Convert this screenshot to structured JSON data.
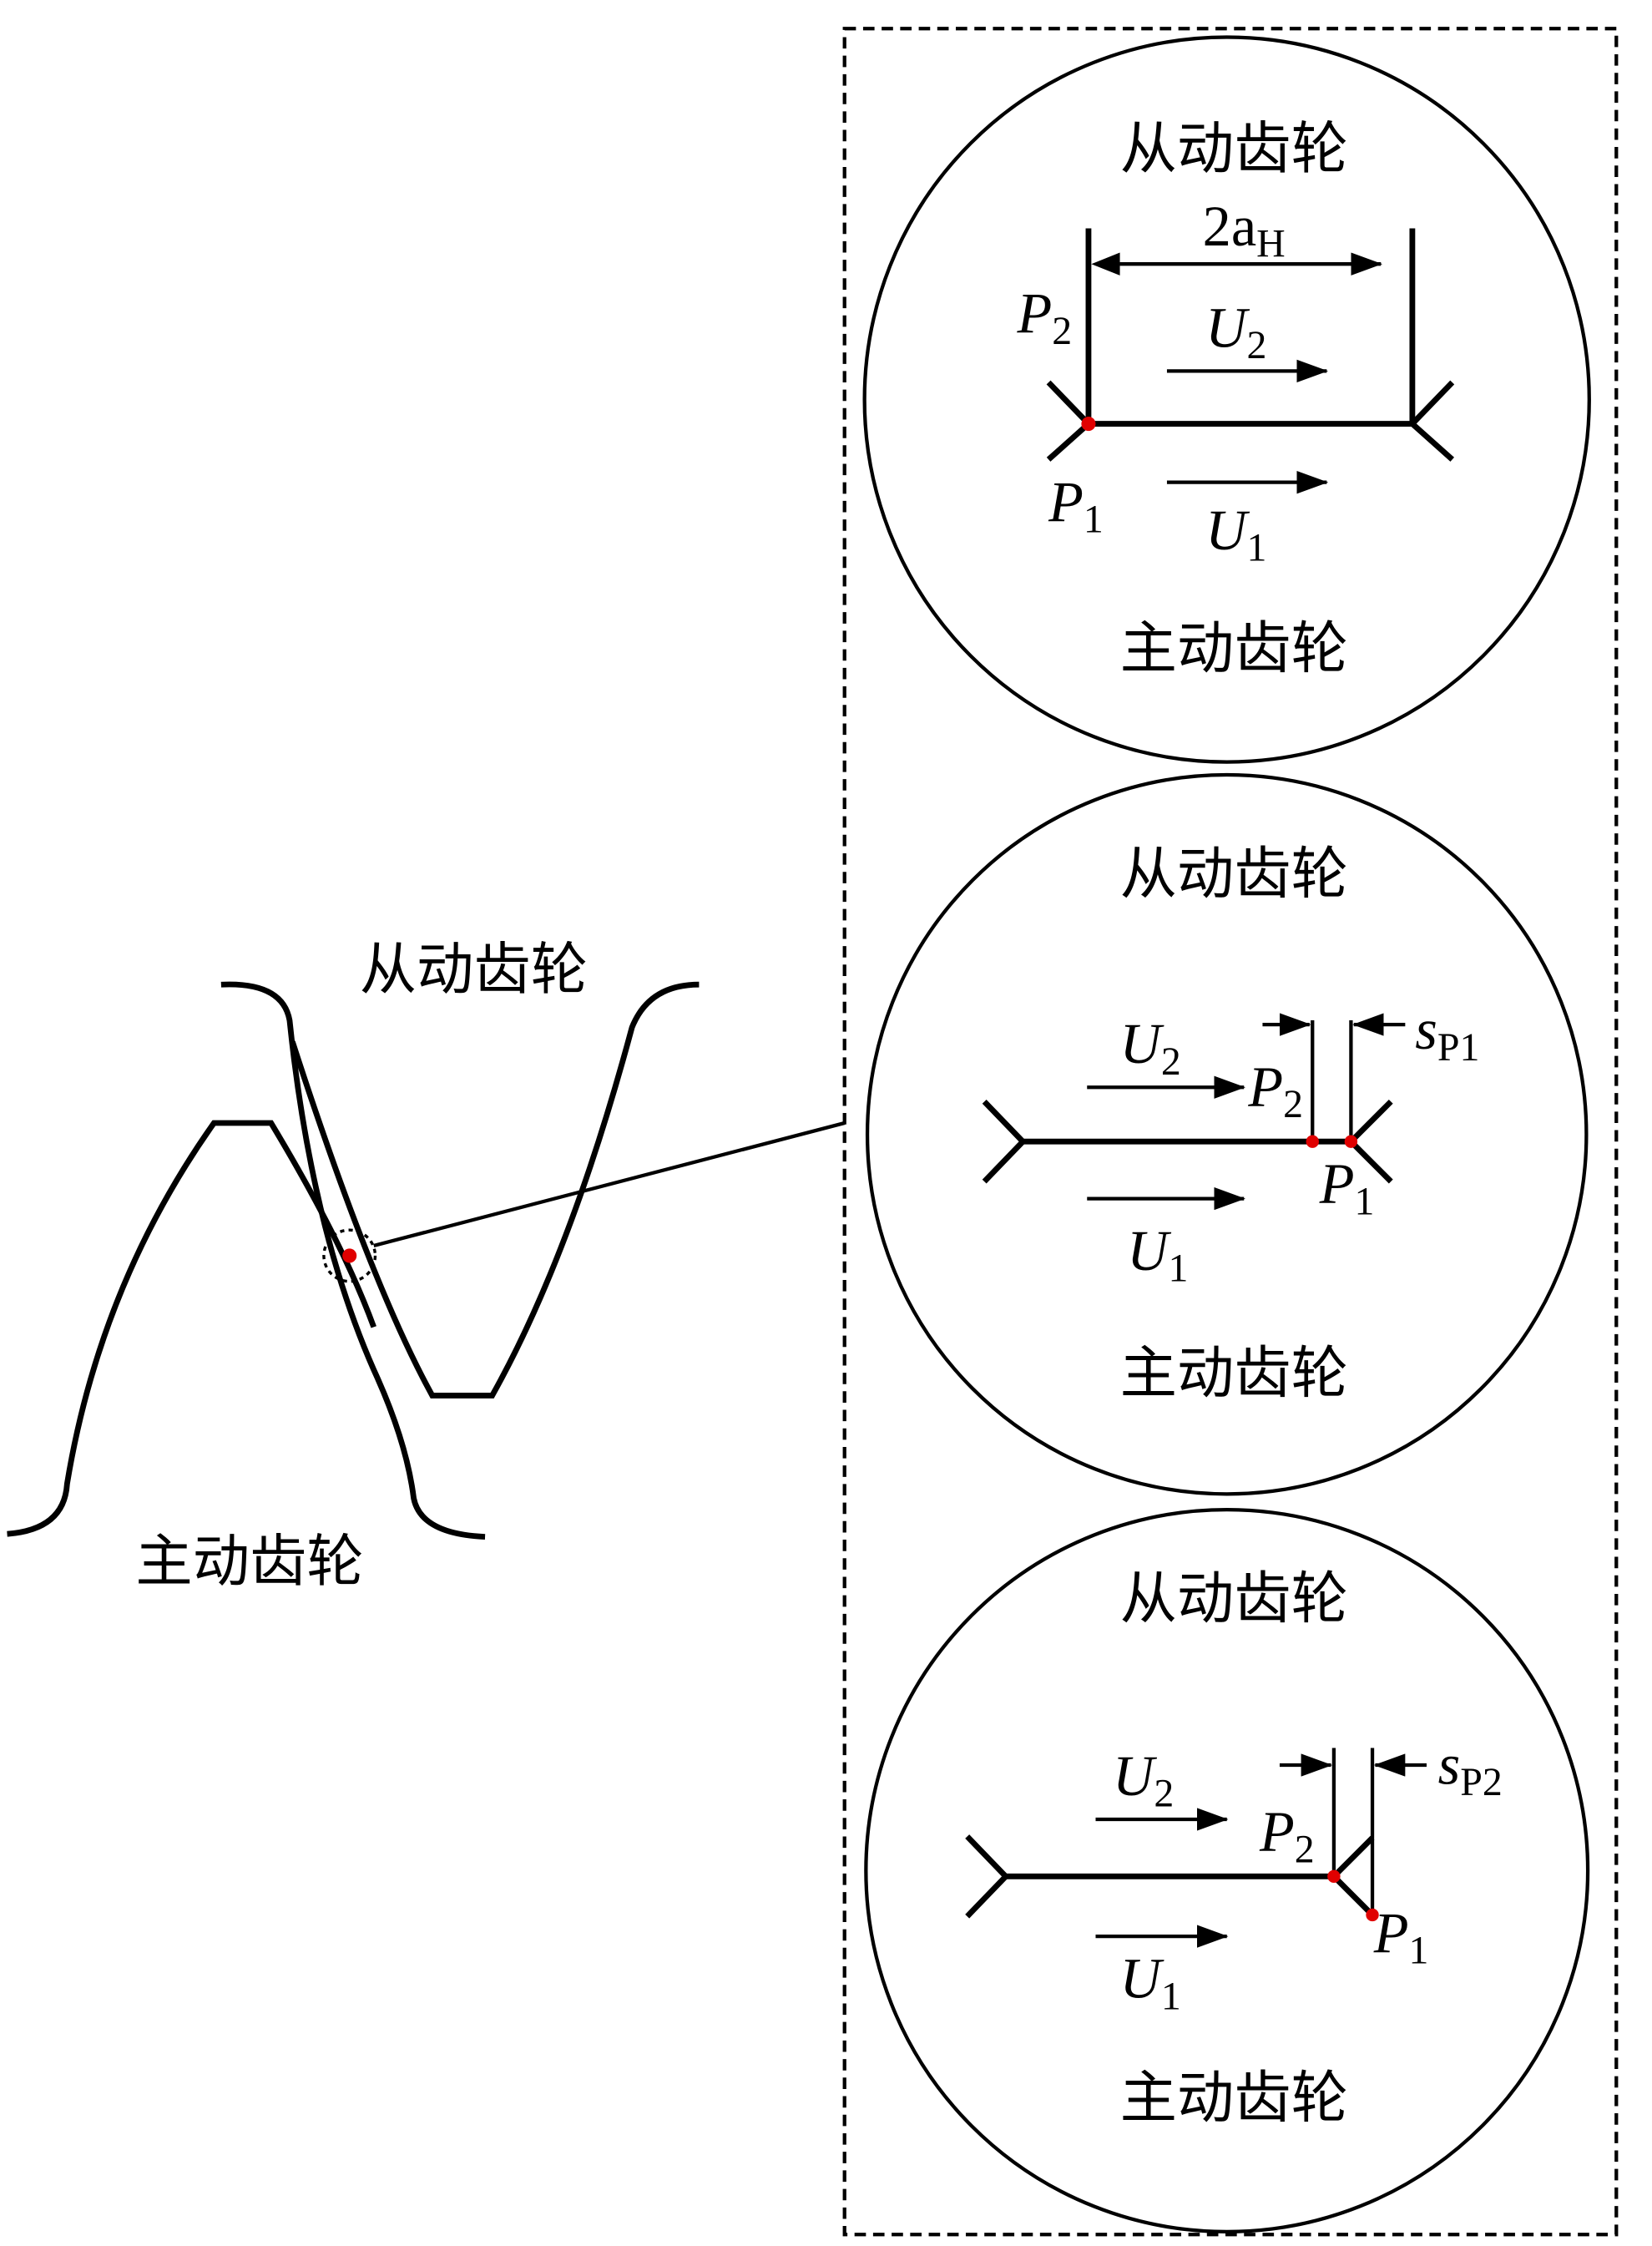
{
  "left": {
    "driven_label": "从动齿轮",
    "driving_label": "主动齿轮"
  },
  "panels": [
    {
      "driven_label": "从动齿轮",
      "driving_label": "主动齿轮",
      "dimension": "2a",
      "dimension_sub": "H",
      "p2": "P",
      "p2_sub": "2",
      "p1": "P",
      "p1_sub": "1",
      "u2": "U",
      "u2_sub": "2",
      "u1": "U",
      "u1_sub": "1"
    },
    {
      "driven_label": "从动齿轮",
      "driving_label": "主动齿轮",
      "slip": "s",
      "slip_sub": "P1",
      "p2": "P",
      "p2_sub": "2",
      "p1": "P",
      "p1_sub": "1",
      "u2": "U",
      "u2_sub": "2",
      "u1": "U",
      "u1_sub": "1"
    },
    {
      "driven_label": "从动齿轮",
      "driving_label": "主动齿轮",
      "slip": "s",
      "slip_sub": "P2",
      "p2": "P",
      "p2_sub": "2",
      "p1": "P",
      "p1_sub": "1",
      "u2": "U",
      "u2_sub": "2",
      "u1": "U",
      "u1_sub": "1"
    }
  ],
  "colors": {
    "contact_point": "#e00000",
    "line": "#000000"
  }
}
